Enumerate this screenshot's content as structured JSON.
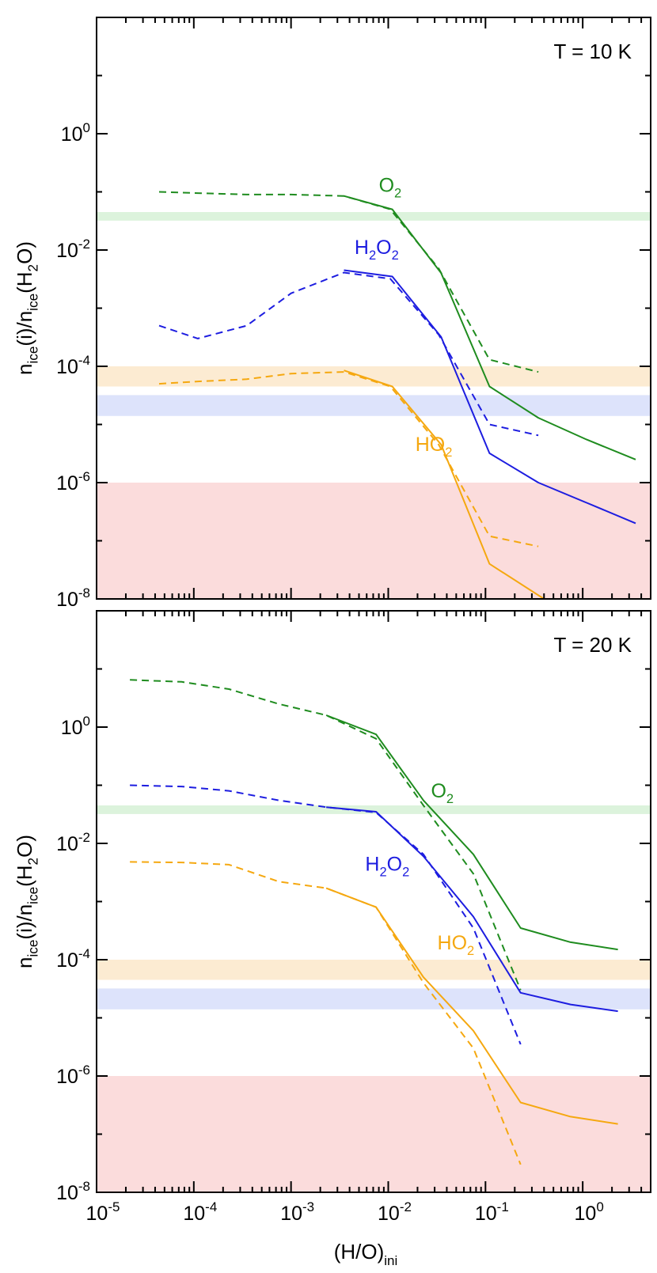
{
  "chart_data": [
    {
      "type": "line",
      "annotation": "T = 10 K",
      "xlabel": {
        "main": "",
        "sub": ""
      },
      "ylabel": {
        "parts": [
          [
            "n",
            ""
          ],
          [
            "ice",
            "sub"
          ],
          [
            "(i)/n",
            ""
          ],
          [
            "ice",
            "sub"
          ],
          [
            "(H",
            ""
          ],
          [
            "2",
            "sub"
          ],
          [
            "O)",
            ""
          ]
        ]
      },
      "x_scale": "log",
      "y_scale": "log",
      "xlim": [
        1e-05,
        5
      ],
      "ylim": [
        1e-08,
        100.0
      ],
      "x_ticks": [
        1e-05,
        0.0001,
        0.001,
        0.01,
        0.1,
        1
      ],
      "x_tick_labels": [
        [
          "10",
          "-5"
        ],
        [
          "10",
          "-4"
        ],
        [
          "10",
          "-3"
        ],
        [
          "10",
          "-2"
        ],
        [
          "10",
          "-1"
        ],
        [
          "10",
          "0"
        ]
      ],
      "x_tick_labels_visible": false,
      "y_ticks": [
        1e-08,
        1e-06,
        0.0001,
        0.01,
        1
      ],
      "y_tick_labels": [
        [
          "10",
          "-8"
        ],
        [
          "10",
          "-6"
        ],
        [
          "10",
          "-4"
        ],
        [
          "10",
          "-2"
        ],
        [
          "10",
          "0"
        ]
      ],
      "bands": [
        {
          "color": "#fbdcdc",
          "y": [
            1e-08,
            1e-06
          ]
        },
        {
          "color": "#dde3fb",
          "y": [
            1.4e-05,
            3.2e-05
          ]
        },
        {
          "color": "#fcebd2",
          "y": [
            4.5e-05,
            0.0001
          ]
        },
        {
          "color": "#dcf3dc",
          "y": [
            0.032,
            0.045
          ]
        }
      ],
      "series": [
        {
          "species": "O2",
          "color": "#1f8c1f",
          "style": "dashed",
          "x": [
            4.4e-05,
            0.00011,
            0.00035,
            0.001,
            0.0035,
            0.0105,
            0.033,
            0.11,
            0.35
          ],
          "y": [
            0.1,
            0.095,
            0.09,
            0.09,
            0.085,
            0.05,
            0.0048,
            0.00013,
            8e-05
          ]
        },
        {
          "species": "O2",
          "color": "#1f8c1f",
          "style": "solid",
          "x": [
            0.0035,
            0.011,
            0.035,
            0.11,
            0.35,
            1.1,
            3.5
          ],
          "y": [
            0.085,
            0.05,
            0.004,
            4.5e-05,
            1.3e-05,
            5.5e-06,
            2.5e-06
          ]
        },
        {
          "species": "H2O2",
          "color": "#1d1de0",
          "style": "dashed",
          "x": [
            4.4e-05,
            0.00011,
            0.00035,
            0.001,
            0.0035,
            0.0105,
            0.033,
            0.11,
            0.35
          ],
          "y": [
            0.0005,
            0.0003,
            0.0005,
            0.0018,
            0.0041,
            0.0032,
            0.00035,
            1e-05,
            6.5e-06
          ]
        },
        {
          "species": "H2O2",
          "color": "#1d1de0",
          "style": "solid",
          "x": [
            0.0035,
            0.011,
            0.035,
            0.11,
            0.35,
            1.1,
            3.5
          ],
          "y": [
            0.0045,
            0.0035,
            0.00032,
            3.2e-06,
            1e-06,
            4.5e-07,
            2e-07
          ]
        },
        {
          "species": "HO2",
          "color": "#f5a810",
          "style": "dashed",
          "x": [
            4.4e-05,
            0.00011,
            0.00035,
            0.001,
            0.0035,
            0.0105,
            0.033,
            0.11,
            0.35
          ],
          "y": [
            5e-05,
            5.5e-05,
            6e-05,
            7.5e-05,
            8e-05,
            4.5e-05,
            4.5e-06,
            1.2e-07,
            8e-08
          ]
        },
        {
          "species": "HO2",
          "color": "#f5a810",
          "style": "solid",
          "x": [
            0.0035,
            0.011,
            0.035,
            0.11,
            0.4
          ],
          "y": [
            8.5e-05,
            4.5e-05,
            4.5e-06,
            4e-08,
            1e-08
          ]
        }
      ],
      "labels": [
        {
          "parts": [
            [
              "O",
              ""
            ],
            [
              "2",
              "sub"
            ]
          ],
          "color": "#1f8c1f",
          "x": 0.008,
          "y": 0.1
        },
        {
          "parts": [
            [
              "H",
              ""
            ],
            [
              "2",
              "sub"
            ],
            [
              "O",
              ""
            ],
            [
              "2",
              "sub"
            ]
          ],
          "color": "#1d1de0",
          "x": 0.0045,
          "y": 0.0085
        },
        {
          "parts": [
            [
              "HO",
              ""
            ],
            [
              "2",
              "sub"
            ]
          ],
          "color": "#f5a810",
          "x": 0.019,
          "y": 3.5e-06
        }
      ]
    },
    {
      "type": "line",
      "annotation": "T = 20 K",
      "xlabel": {
        "main": "(H/O)",
        "sub": "ini"
      },
      "ylabel": {
        "parts": [
          [
            "n",
            ""
          ],
          [
            "ice",
            "sub"
          ],
          [
            "(i)/n",
            ""
          ],
          [
            "ice",
            "sub"
          ],
          [
            "(H",
            ""
          ],
          [
            "2",
            "sub"
          ],
          [
            "O)",
            ""
          ]
        ]
      },
      "x_scale": "log",
      "y_scale": "log",
      "xlim": [
        1e-05,
        5
      ],
      "ylim": [
        1e-08,
        100.0
      ],
      "x_ticks": [
        1e-05,
        0.0001,
        0.001,
        0.01,
        0.1,
        1
      ],
      "x_tick_labels": [
        [
          "10",
          "-5"
        ],
        [
          "10",
          "-4"
        ],
        [
          "10",
          "-3"
        ],
        [
          "10",
          "-2"
        ],
        [
          "10",
          "-1"
        ],
        [
          "10",
          "0"
        ]
      ],
      "x_tick_labels_visible": true,
      "y_ticks": [
        1e-08,
        1e-06,
        0.0001,
        0.01,
        1
      ],
      "y_tick_labels": [
        [
          "10",
          "-8"
        ],
        [
          "10",
          "-6"
        ],
        [
          "10",
          "-4"
        ],
        [
          "10",
          "-2"
        ],
        [
          "10",
          "0"
        ]
      ],
      "bands": [
        {
          "color": "#fbdcdc",
          "y": [
            1e-08,
            1e-06
          ]
        },
        {
          "color": "#dde3fb",
          "y": [
            1.4e-05,
            3.2e-05
          ]
        },
        {
          "color": "#fcebd2",
          "y": [
            4.5e-05,
            0.0001
          ]
        },
        {
          "color": "#dcf3dc",
          "y": [
            0.032,
            0.045
          ]
        }
      ],
      "series": [
        {
          "species": "O2",
          "color": "#1f8c1f",
          "style": "dashed",
          "x": [
            2.2e-05,
            7.5e-05,
            0.00023,
            0.00075,
            0.0023,
            0.0075,
            0.023,
            0.075,
            0.23
          ],
          "y": [
            6.5,
            6,
            4.5,
            2.5,
            1.6,
            0.63,
            0.045,
            0.003,
            3e-05
          ]
        },
        {
          "species": "O2",
          "color": "#1f8c1f",
          "style": "solid",
          "x": [
            0.0023,
            0.0075,
            0.023,
            0.075,
            0.23,
            0.75,
            2.3
          ],
          "y": [
            1.6,
            0.75,
            0.055,
            0.0065,
            0.00035,
            0.0002,
            0.00015
          ]
        },
        {
          "species": "H2O2",
          "color": "#1d1de0",
          "style": "dashed",
          "x": [
            2.2e-05,
            7.5e-05,
            0.00023,
            0.00075,
            0.0023,
            0.0075,
            0.023,
            0.075,
            0.23
          ],
          "y": [
            0.1,
            0.095,
            0.08,
            0.055,
            0.042,
            0.034,
            0.0065,
            0.00035,
            3.5e-06
          ]
        },
        {
          "species": "H2O2",
          "color": "#1d1de0",
          "style": "solid",
          "x": [
            0.0023,
            0.0075,
            0.023,
            0.075,
            0.23,
            0.75,
            2.3
          ],
          "y": [
            0.042,
            0.035,
            0.006,
            0.00055,
            2.7e-05,
            1.7e-05,
            1.3e-05
          ]
        },
        {
          "species": "HO2",
          "color": "#f5a810",
          "style": "dashed",
          "x": [
            2.2e-05,
            7.5e-05,
            0.00023,
            0.00075,
            0.0023,
            0.0075,
            0.023,
            0.075,
            0.23
          ],
          "y": [
            0.0048,
            0.0047,
            0.0043,
            0.0022,
            0.0017,
            0.0008,
            4e-05,
            3e-06,
            3e-08
          ]
        },
        {
          "species": "HO2",
          "color": "#f5a810",
          "style": "solid",
          "x": [
            0.0023,
            0.0075,
            0.023,
            0.075,
            0.23,
            0.75,
            2.3
          ],
          "y": [
            0.0017,
            0.0008,
            5e-05,
            6e-06,
            3.5e-07,
            2e-07,
            1.5e-07
          ]
        }
      ],
      "labels": [
        {
          "parts": [
            [
              "O",
              ""
            ],
            [
              "2",
              "sub"
            ]
          ],
          "color": "#1f8c1f",
          "x": 0.0275,
          "y": 0.062
        },
        {
          "parts": [
            [
              "H",
              ""
            ],
            [
              "2",
              "sub"
            ],
            [
              "O",
              ""
            ],
            [
              "2",
              "sub"
            ]
          ],
          "color": "#1d1de0",
          "x": 0.0058,
          "y": 0.0034
        },
        {
          "parts": [
            [
              "HO",
              ""
            ],
            [
              "2",
              "sub"
            ]
          ],
          "color": "#f5a810",
          "x": 0.032,
          "y": 0.00015
        }
      ]
    }
  ]
}
